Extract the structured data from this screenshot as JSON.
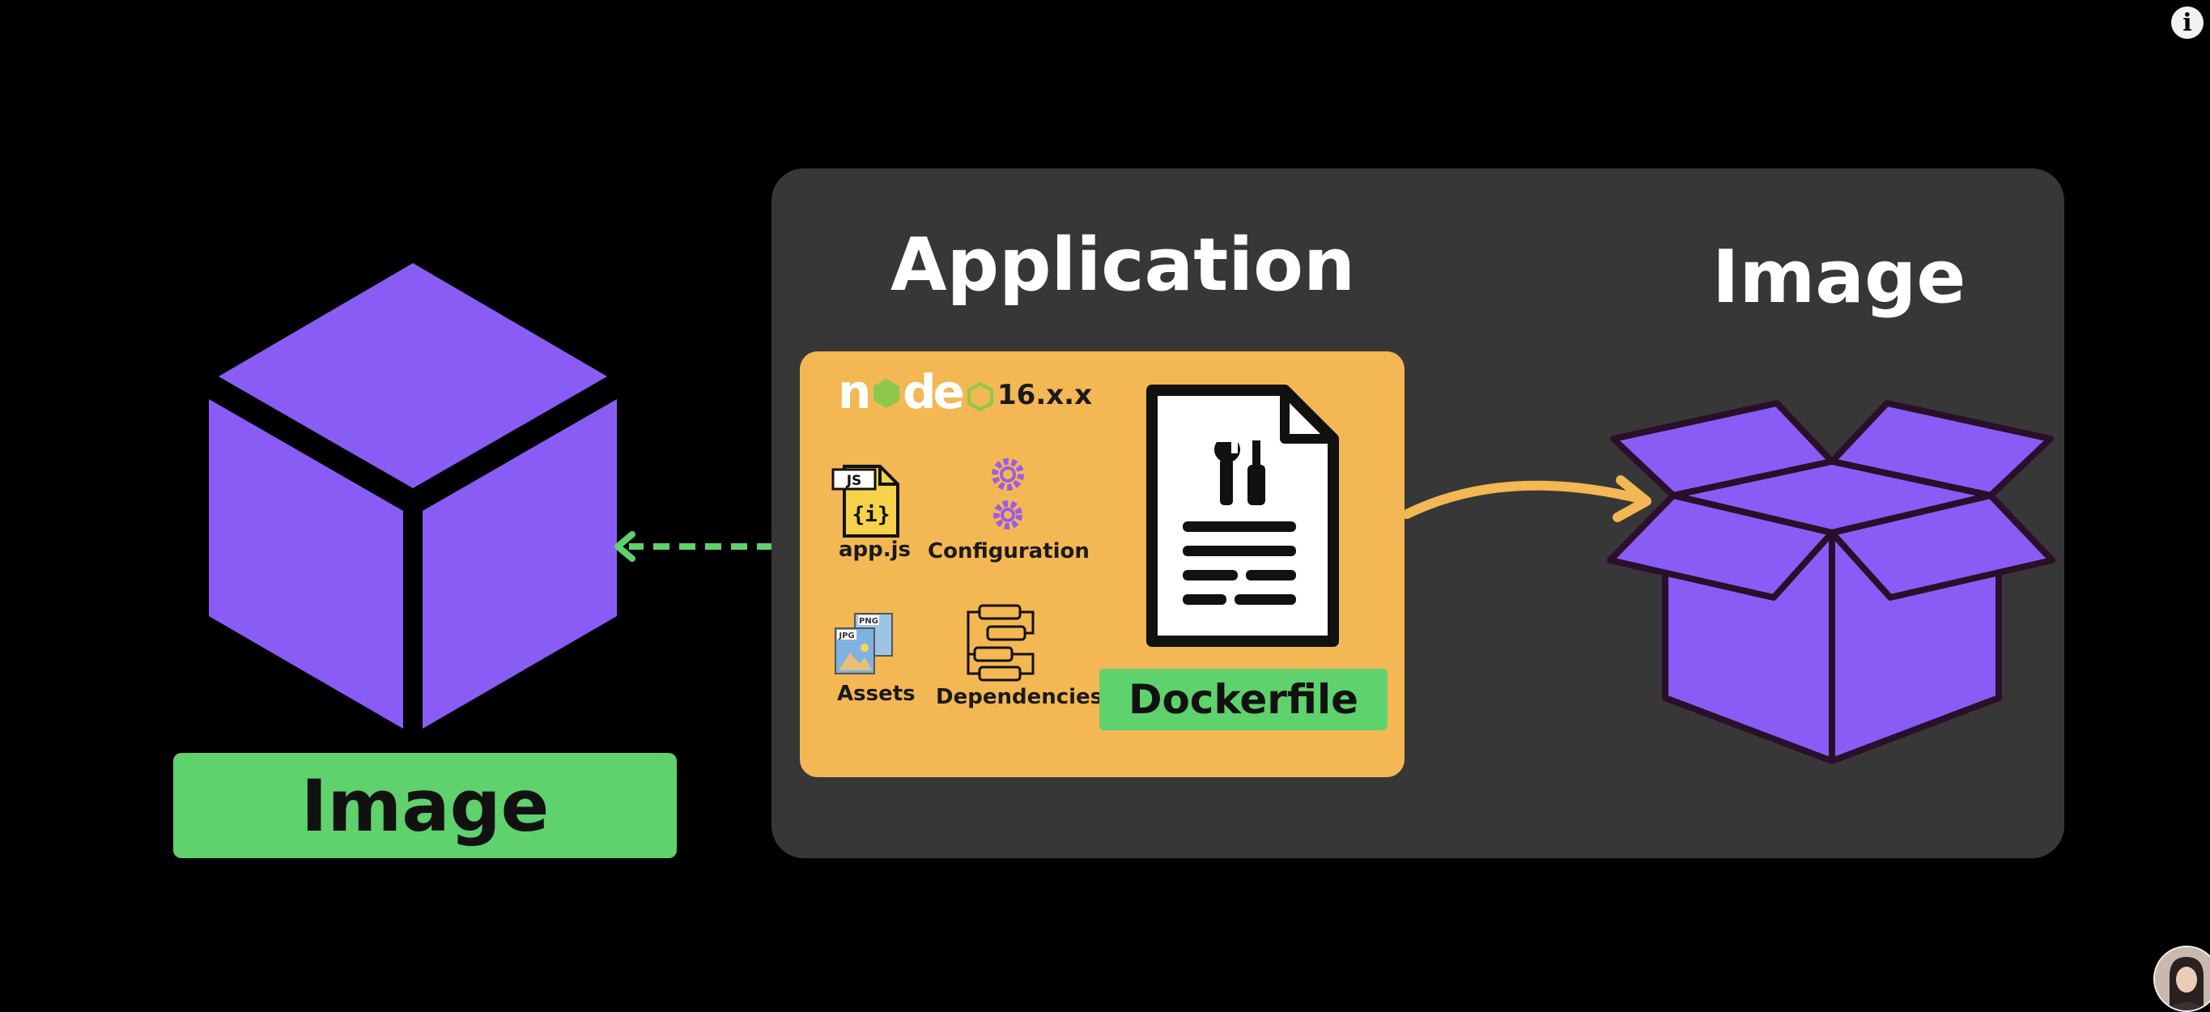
{
  "colors": {
    "background": "#000000",
    "panel": "#373737",
    "card": "#f3b753",
    "label_green": "#5fd16d",
    "cube_purple": "#8a5cf6",
    "arrow_green": "#5fd16d",
    "arrow_orange": "#f3b753"
  },
  "left": {
    "image_label": "Image"
  },
  "panel": {
    "application_title": "Application",
    "image_title": "Image",
    "node": {
      "logo_text": "node",
      "version": "16.x.x"
    },
    "items": [
      {
        "label": "app.js",
        "icon": "js-file-icon"
      },
      {
        "label": "Configuration",
        "icon": "gears-icon"
      },
      {
        "label": "Assets",
        "icon": "image-files-icon"
      },
      {
        "label": "Dependencies",
        "icon": "dependency-tree-icon"
      }
    ],
    "js_badge": "JS",
    "jpg_badge": "JPG",
    "png_badge": "PNG",
    "dockerfile_label": "Dockerfile"
  },
  "info_button": "i"
}
